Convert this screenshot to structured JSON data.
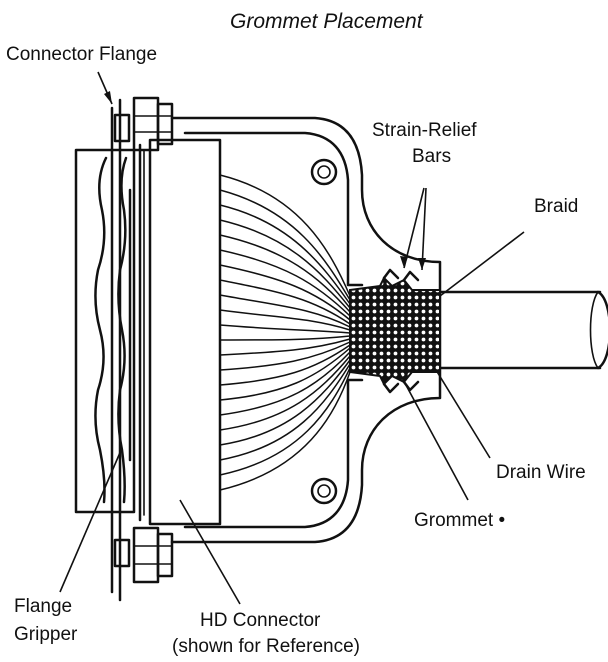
{
  "title": "Grommet Placement",
  "labels": {
    "connector_flange": "Connector Flange",
    "strain_relief_line1": "Strain-Relief",
    "strain_relief_line2": "Bars",
    "braid": "Braid",
    "drain_wire": "Drain Wire",
    "grommet": "Grommet •",
    "flange_line1": "Flange",
    "flange_line2": "Gripper",
    "hd_line1": "HD Connector",
    "hd_line2": "(shown for Reference)"
  },
  "colors": {
    "ink": "#111111",
    "background": "#ffffff"
  }
}
